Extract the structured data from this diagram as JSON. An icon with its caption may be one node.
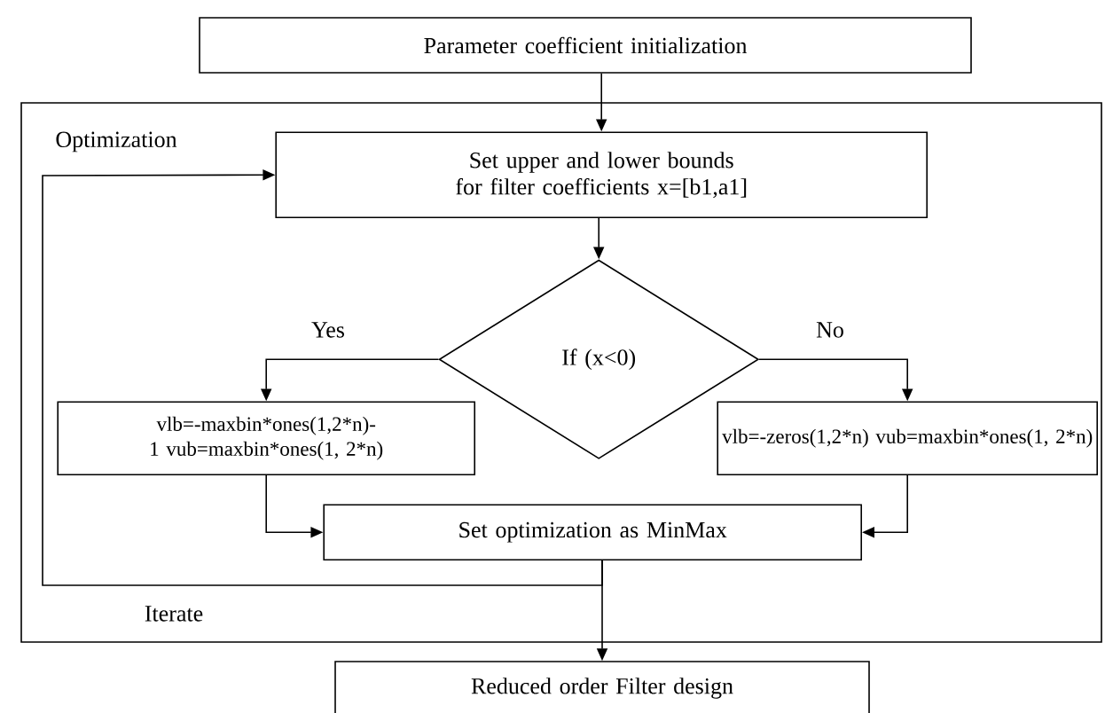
{
  "diagram": {
    "nodes": [
      {
        "text": [
          "Parameter coefficient initialization"
        ]
      },
      {
        "text": [
          "Optimization"
        ]
      },
      {
        "text": [
          "Set upper and lower bounds for filter coefficients x=[b1,a1]"
        ],
        "in": 1
      },
      {
        "text": [
          "If (x<0)"
        ],
        "in": 1
      },
      {
        "text": [
          "vlb=-maxbin*ones(1,2*n)-1 vub=maxbin*ones(1, 2*n)"
        ],
        "in": 1
      },
      {
        "text": [
          "vlb=-zeros(1,2*n) vub=maxbin*ones(1, 2*n)"
        ],
        "in": 1
      },
      {
        "text": [
          "Set optimization as MinMax"
        ],
        "in": 1
      },
      {
        "text": [
          "Reduced order Filter design"
        ]
      }
    ],
    "edges": [
      {
        "from": 0,
        "to": 2,
        "arrow": "to"
      },
      {
        "from": 2,
        "to": 3,
        "arrow": "to"
      },
      {
        "from": 3,
        "to": 4,
        "arrow": "to",
        "label": "Yes"
      },
      {
        "from": 3,
        "to": 5,
        "arrow": "to",
        "label": "No"
      },
      {
        "from": 4,
        "to": 6,
        "arrow": "to"
      },
      {
        "from": 5,
        "to": 6,
        "arrow": "to"
      },
      {
        "from": 6,
        "to": 7,
        "arrow": "to"
      },
      {
        "from": 6,
        "to": 2,
        "arrow": "to",
        "label": "Iterate"
      }
    ]
  }
}
